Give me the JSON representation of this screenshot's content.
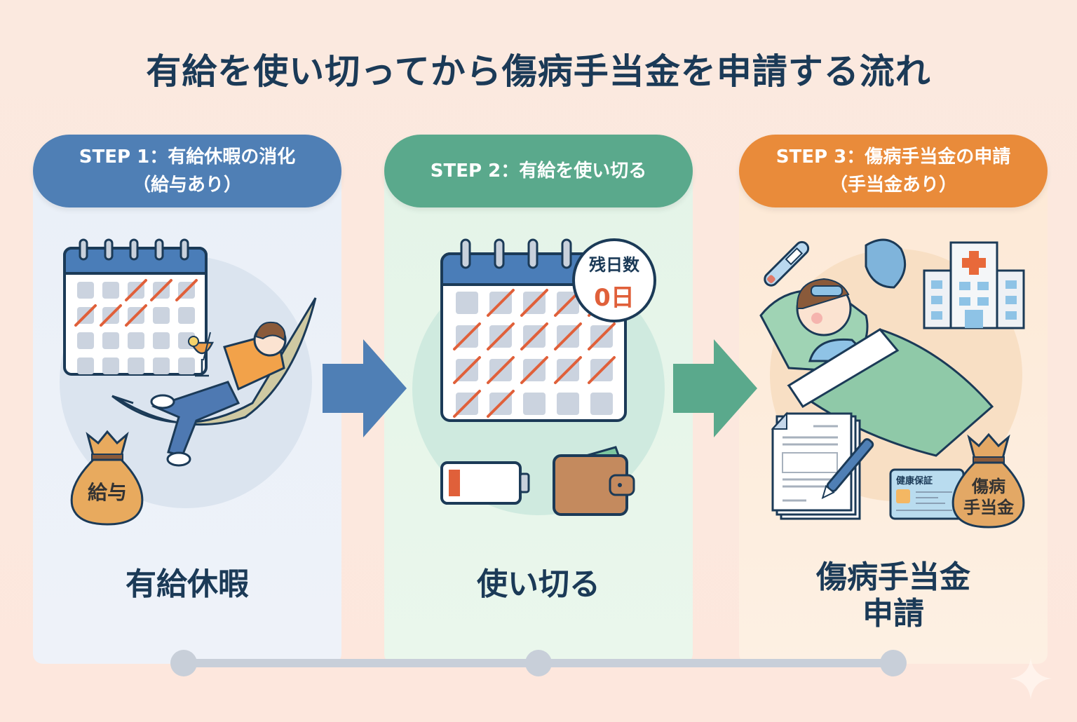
{
  "title": "有給を使い切ってから傷病手当金を申請する流れ",
  "colors": {
    "title": "#1b3a57",
    "step1": "#4f7fb5",
    "step2": "#5aa98c",
    "step3": "#e98b3a",
    "strike": "#e0603a",
    "timeline": "#c8cfd9"
  },
  "steps": [
    {
      "header_line1": "STEP 1：有給休暇の消化",
      "header_line2": "（給与あり）",
      "caption_line1": "有給休暇",
      "caption_line2": "",
      "illustration": {
        "calendar_icon": "calendar-icon",
        "hammock_person_icon": "relaxing-person-icon",
        "drink_icon": "cocktail-icon",
        "money_bag_label": "給与"
      }
    },
    {
      "header_line1": "STEP 2：有給を使い切る",
      "header_line2": "",
      "caption_line1": "使い切る",
      "caption_line2": "",
      "illustration": {
        "calendar_icon": "calendar-icon",
        "badge_label": "残日数",
        "badge_value": "0日",
        "battery_icon": "low-battery-icon",
        "wallet_icon": "wallet-icon"
      }
    },
    {
      "header_line1": "STEP 3：傷病手当金の申請",
      "header_line2": "（手当金あり）",
      "caption_line1": "傷病手当金",
      "caption_line2": "申請",
      "illustration": {
        "sick_person_icon": "sick-person-icon",
        "thermometer_icon": "thermometer-icon",
        "ice_bag_icon": "ice-bag-icon",
        "hospital_icon": "hospital-icon",
        "document_icon": "document-pen-icon",
        "insurance_card_label": "健康保証",
        "money_bag_label_line1": "傷病",
        "money_bag_label_line2": "手当金"
      }
    }
  ]
}
